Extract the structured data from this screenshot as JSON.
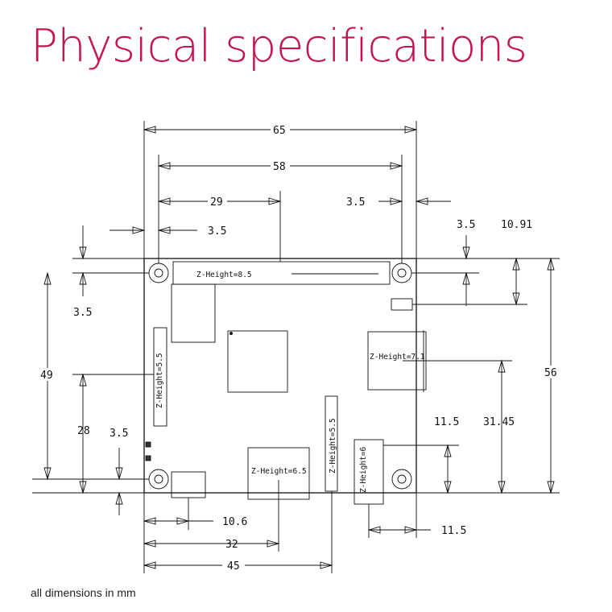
{
  "title": "Physical specifications",
  "footnote": "all dimensions in mm",
  "colors": {
    "title": "#c5154f",
    "lines": "#111111"
  },
  "dimensions": {
    "width_65": "65",
    "width_58": "58",
    "mid_29": "29",
    "hole_3_5_top_right": "3.5",
    "hole_3_5_top_left": "3.5",
    "hole_3_5_right": "3.5",
    "right_10_91": "10.91",
    "left_3_5": "3.5",
    "height_49": "49",
    "height_56": "56",
    "left_28": "28",
    "bottom_3_5": "3.5",
    "right_11_5": "11.5",
    "right_31_45": "31.45",
    "bottom_10_6": "10.6",
    "bottom_32": "32",
    "bottom_45": "45",
    "bottom_right_11_5": "11.5"
  },
  "z_heights": {
    "header": "Z-Height=8.5",
    "left_connector": "Z-Height=5.5",
    "usb": "Z-Height=7.1",
    "hdmi": "Z-Height=6.5",
    "mid_connector": "Z-Height=5.5",
    "audio": "Z-Height=6"
  }
}
